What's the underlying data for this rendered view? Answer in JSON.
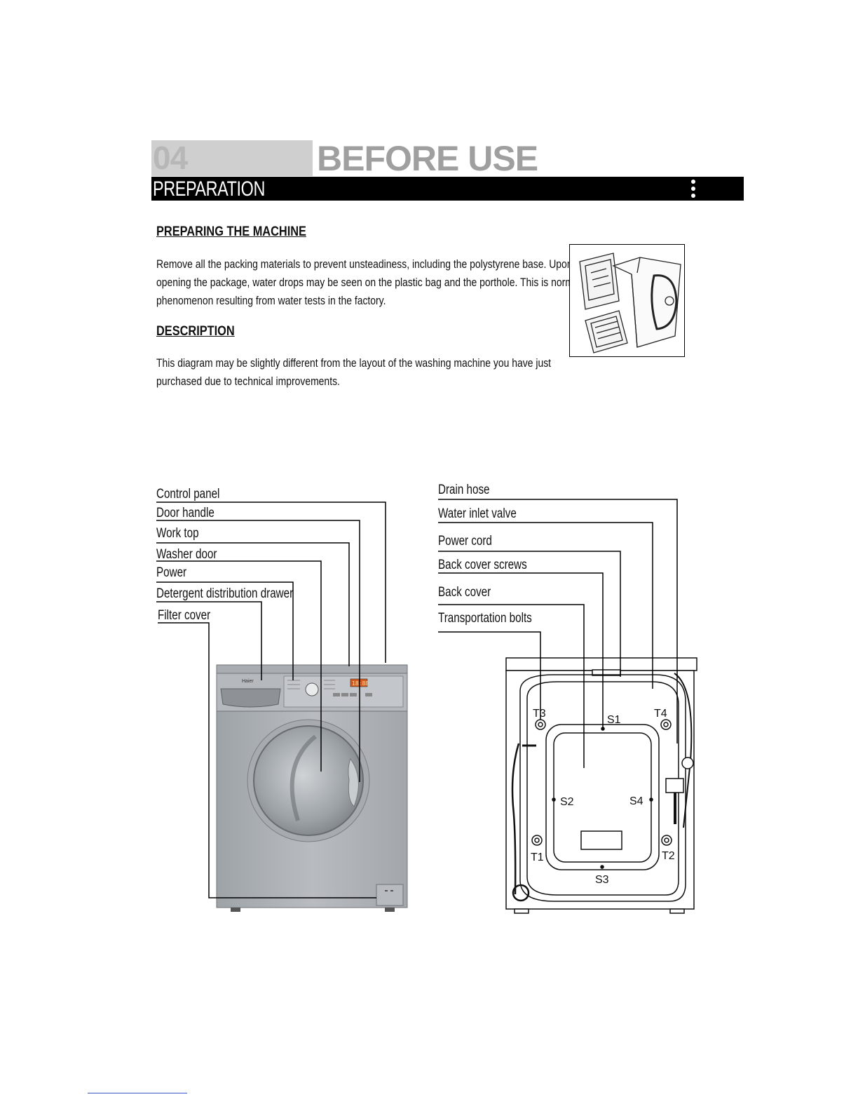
{
  "header": {
    "page_number": "04",
    "chapter_title": "BEFORE USE",
    "section_title": "PREPARATION"
  },
  "preparing": {
    "heading": "PREPARING THE MACHINE",
    "lines": [
      "Remove all the packing materials to prevent unsteadiness, including the polystyrene base. Upon",
      "opening the package, water drops may be seen on the plastic bag and the porthole. This is normal",
      "phenomenon resulting from water tests in the factory."
    ]
  },
  "description": {
    "heading": "DESCRIPTION",
    "lines": [
      "This diagram may be slightly different from the layout of the washing machine you have just",
      "purchased due to technical improvements."
    ]
  },
  "front_labels": [
    "Control panel",
    "Door handle",
    "Work top",
    "Washer door",
    "Power",
    "Detergent distribution drawer",
    "Filter cover"
  ],
  "back_labels": [
    "Drain hose",
    "Water inlet valve",
    "Power cord",
    "Back cover screws",
    "Back cover",
    "Transportation bolts"
  ],
  "back_marks": {
    "t1": "T1",
    "t2": "T2",
    "t3": "T3",
    "t4": "T4",
    "s1": "S1",
    "s2": "S2",
    "s3": "S3",
    "s4": "S4"
  },
  "brand_logo": "Haier",
  "display_readout": "18:88"
}
